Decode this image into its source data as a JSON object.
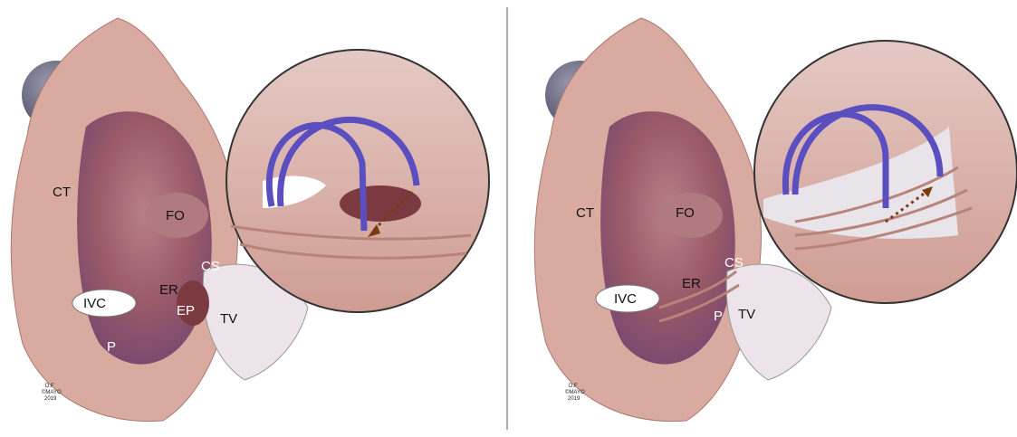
{
  "panels": [
    {
      "labels": {
        "ct": "CT",
        "fo": "FO",
        "ivc": "IVC",
        "er": "ER",
        "ep": "EP",
        "cs": "CS",
        "tv": "TV",
        "p": "P"
      },
      "signature": {
        "initials": "D.F",
        "owner": "©MAYO",
        "year": "2019"
      }
    },
    {
      "labels": {
        "ct": "CT",
        "fo": "FO",
        "ivc": "IVC",
        "er": "ER",
        "cs": "CS",
        "tv": "TV",
        "p": "P"
      },
      "signature": {
        "initials": "D.F",
        "owner": "©MAYO",
        "year": "2019"
      }
    }
  ],
  "colors": {
    "tissue": "#d8a79c",
    "cavity": "#9c5a66",
    "catheter": "#5b4fc0",
    "arrow": "#7a3b10",
    "sphere": "#6b6b82"
  }
}
